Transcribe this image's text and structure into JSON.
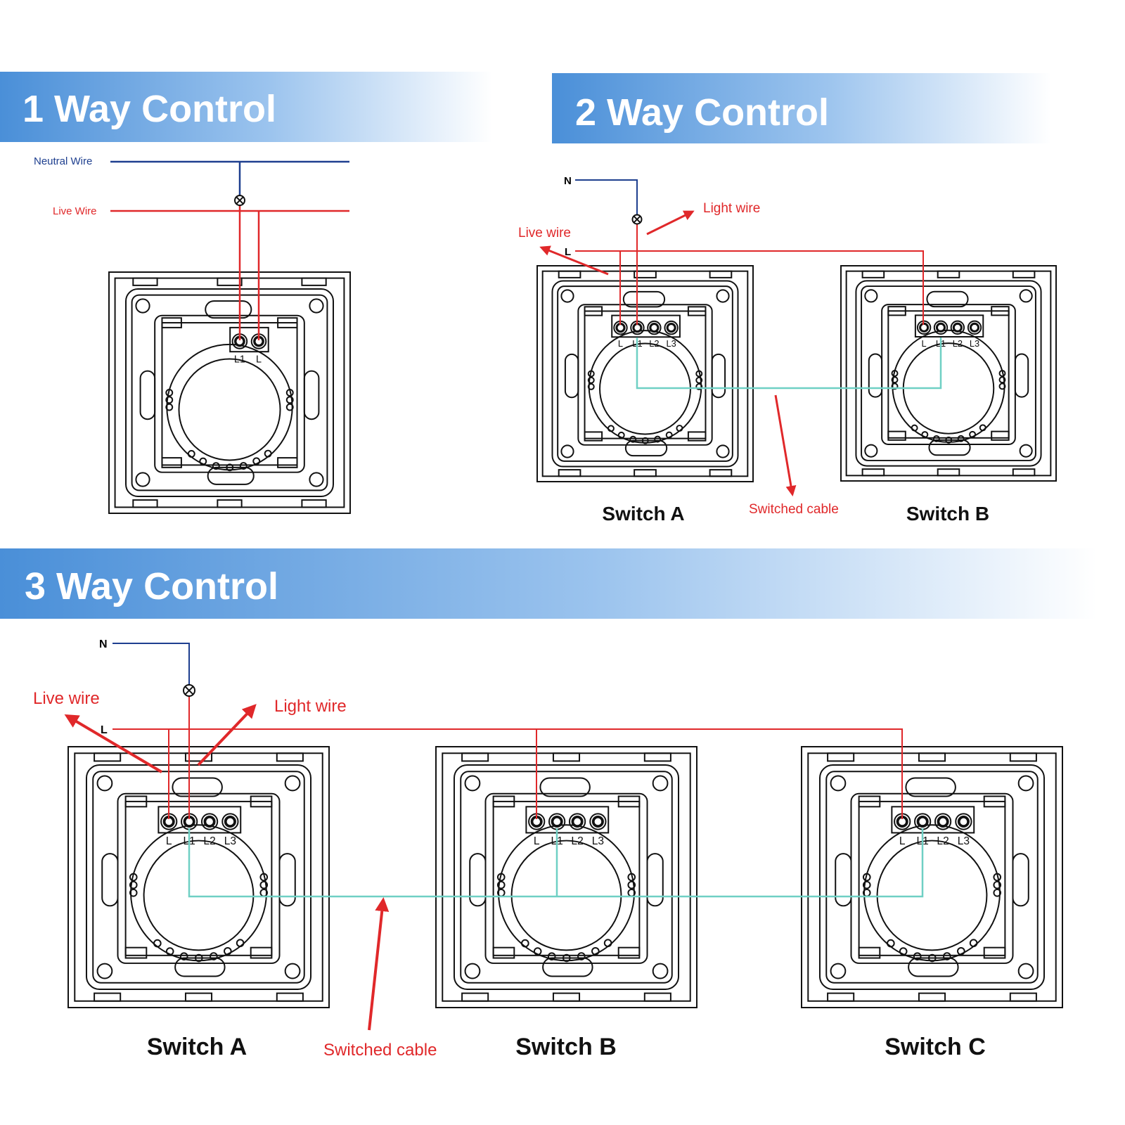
{
  "colors": {
    "banner": "#4a8fd8",
    "live": "#e0282a",
    "neutral": "#1e3f8f",
    "switched": "#6fd0c4",
    "terminal": "#d9a24a"
  },
  "one_way": {
    "title": "1 Way Control",
    "neutral_label": "Neutral Wire",
    "live_label": "Live Wire",
    "terminals": [
      "L1",
      "L"
    ]
  },
  "two_way": {
    "title": "2 Way Control",
    "n_label": "N",
    "l_label": "L",
    "live_label": "Live wire",
    "light_label": "Light wire",
    "switched_label": "Switched cable",
    "switch_a": "Switch A",
    "switch_b": "Switch B",
    "terminals": [
      "L",
      "L1",
      "L2",
      "L3"
    ]
  },
  "three_way": {
    "title": "3 Way Control",
    "n_label": "N",
    "l_label": "L",
    "live_label": "Live wire",
    "light_label": "Light wire",
    "switched_label": "Switched cable",
    "switch_a": "Switch A",
    "switch_b": "Switch B",
    "switch_c": "Switch C",
    "terminals": [
      "L",
      "L1",
      "L2",
      "L3"
    ]
  }
}
